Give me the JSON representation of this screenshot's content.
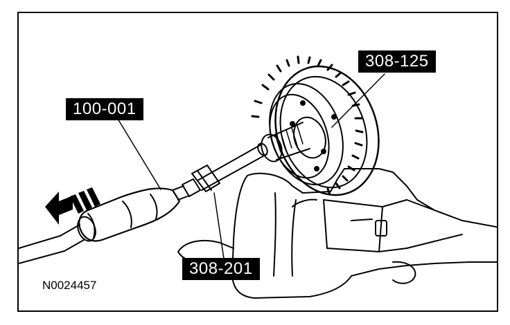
{
  "figure": {
    "id": "N0024457",
    "callouts": {
      "c_308_125": "308-125",
      "c_100_001": "100-001",
      "c_308_201": "308-201"
    }
  },
  "colors": {
    "ink": "#000000",
    "paper": "#ffffff"
  }
}
